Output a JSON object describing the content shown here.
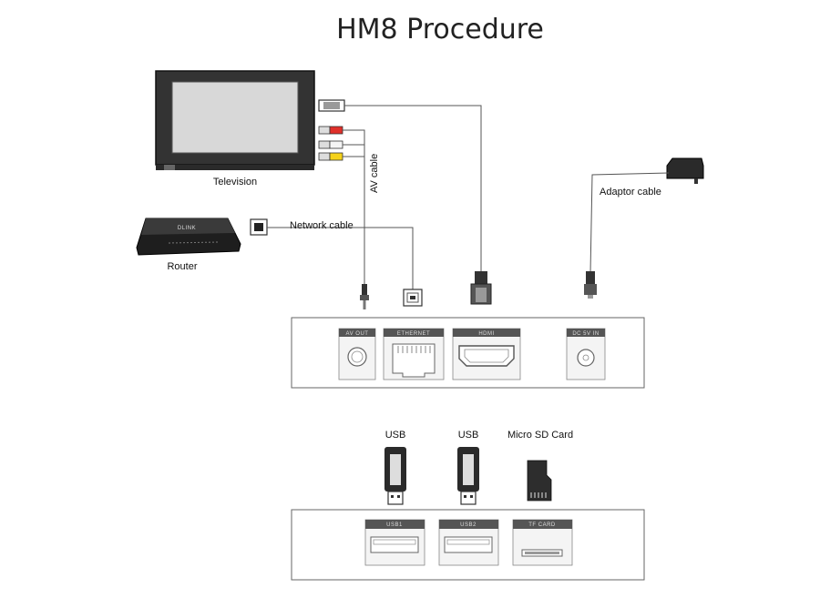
{
  "title": "HM8 Procedure",
  "devices": {
    "television": "Television",
    "router": "Router",
    "router_brand": "DLINK"
  },
  "cables": {
    "av": "AV cable",
    "network": "Network cable",
    "adaptor": "Adaptor cable"
  },
  "back_panel_ports": {
    "audio": "AV OUT",
    "ethernet": "ETHERNET",
    "hdmi": "HDMI",
    "power": "DC 5V IN"
  },
  "front_devices": {
    "usb_1": "USB",
    "usb_2": "USB",
    "sd": "Micro SD Card"
  },
  "front_panel_ports": {
    "usb_1": "USB1",
    "usb_2": "USB2",
    "sd": "TF CARD"
  }
}
